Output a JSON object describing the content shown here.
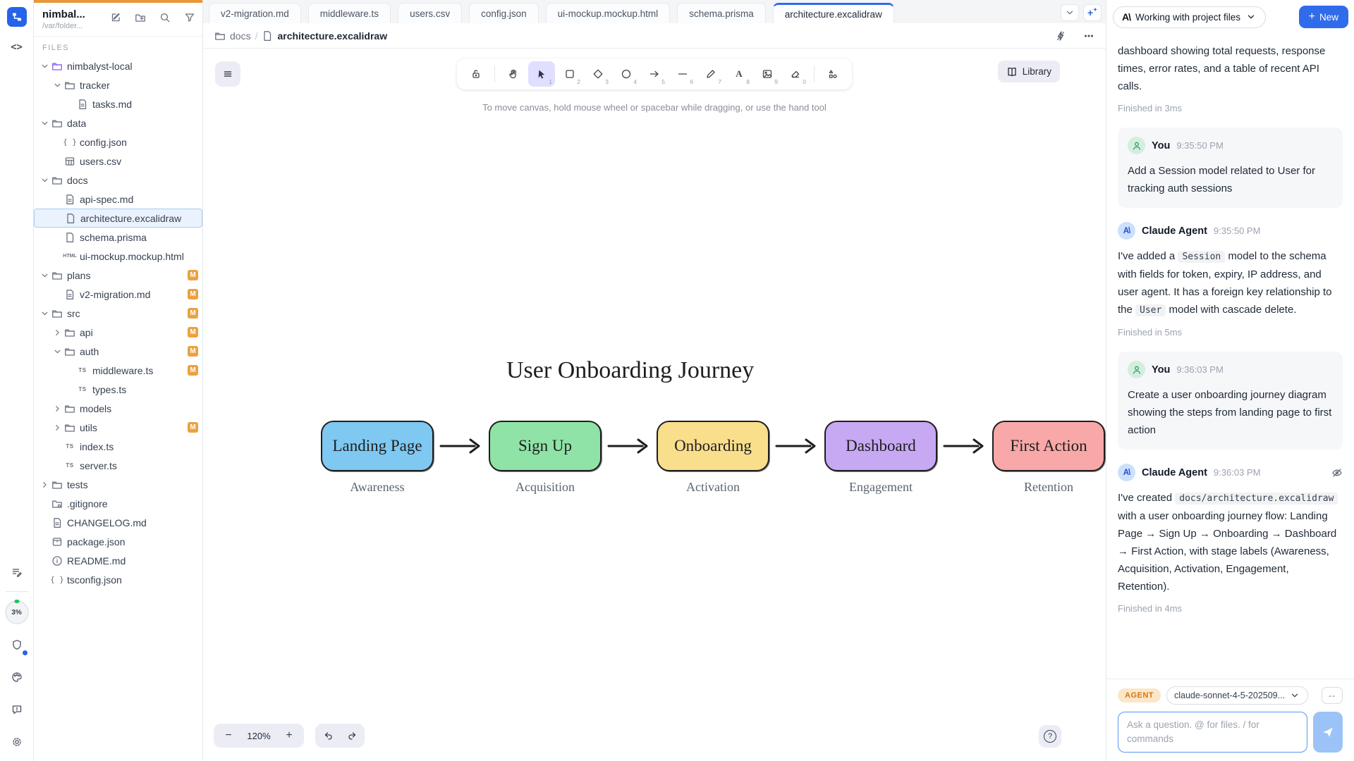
{
  "rail": {
    "usage": "3%",
    "top_icons": [
      "app-logo",
      "code"
    ],
    "bottom_icons": [
      "notes-pencil",
      "shield",
      "palette",
      "feedback",
      "settings"
    ]
  },
  "sidebar": {
    "title": "nimbal...",
    "path": "/var/folder...",
    "section_label": "FILES",
    "header_icons": [
      "edit",
      "new-folder",
      "search",
      "filter"
    ],
    "tree": [
      {
        "label": "nimbalyst-local",
        "level": 0,
        "kind": "folder",
        "expanded": true,
        "purple": true
      },
      {
        "label": "tracker",
        "level": 1,
        "kind": "folder",
        "expanded": true
      },
      {
        "label": "tasks.md",
        "level": 2,
        "kind": "file",
        "icon": "file-text"
      },
      {
        "label": "data",
        "level": 0,
        "kind": "folder",
        "expanded": true
      },
      {
        "label": "config.json",
        "level": 1,
        "kind": "file",
        "icon": "braces"
      },
      {
        "label": "users.csv",
        "level": 1,
        "kind": "file",
        "icon": "table"
      },
      {
        "label": "docs",
        "level": 0,
        "kind": "folder",
        "expanded": true
      },
      {
        "label": "api-spec.md",
        "level": 1,
        "kind": "file",
        "icon": "file-text"
      },
      {
        "label": "architecture.excalidraw",
        "level": 1,
        "kind": "file",
        "icon": "file-plain",
        "selected": true
      },
      {
        "label": "schema.prisma",
        "level": 1,
        "kind": "file",
        "icon": "file-plain"
      },
      {
        "label": "ui-mockup.mockup.html",
        "level": 1,
        "kind": "file",
        "icon": "html"
      },
      {
        "label": "plans",
        "level": 0,
        "kind": "folder",
        "expanded": true,
        "modified": true
      },
      {
        "label": "v2-migration.md",
        "level": 1,
        "kind": "file",
        "icon": "file-text",
        "modified": true
      },
      {
        "label": "src",
        "level": 0,
        "kind": "folder",
        "expanded": true,
        "modified": true
      },
      {
        "label": "api",
        "level": 1,
        "kind": "folder",
        "expanded": false,
        "modified": true
      },
      {
        "label": "auth",
        "level": 1,
        "kind": "folder",
        "expanded": true,
        "modified": true
      },
      {
        "label": "middleware.ts",
        "level": 2,
        "kind": "file",
        "icon": "ts",
        "modified": true
      },
      {
        "label": "types.ts",
        "level": 2,
        "kind": "file",
        "icon": "ts"
      },
      {
        "label": "models",
        "level": 1,
        "kind": "folder",
        "expanded": false
      },
      {
        "label": "utils",
        "level": 1,
        "kind": "folder",
        "expanded": false,
        "modified": true
      },
      {
        "label": "index.ts",
        "level": 1,
        "kind": "file",
        "icon": "ts"
      },
      {
        "label": "server.ts",
        "level": 1,
        "kind": "file",
        "icon": "ts"
      },
      {
        "label": "tests",
        "level": 0,
        "kind": "folder",
        "expanded": false
      },
      {
        "label": ".gitignore",
        "level": 0,
        "kind": "file",
        "icon": "folder-gear"
      },
      {
        "label": "CHANGELOG.md",
        "level": 0,
        "kind": "file",
        "icon": "file-text"
      },
      {
        "label": "package.json",
        "level": 0,
        "kind": "file",
        "icon": "box"
      },
      {
        "label": "README.md",
        "level": 0,
        "kind": "file",
        "icon": "info"
      },
      {
        "label": "tsconfig.json",
        "level": 0,
        "kind": "file",
        "icon": "braces"
      }
    ]
  },
  "tabs": [
    {
      "label": "v2-migration.md"
    },
    {
      "label": "middleware.ts"
    },
    {
      "label": "users.csv"
    },
    {
      "label": "config.json"
    },
    {
      "label": "ui-mockup.mockup.html"
    },
    {
      "label": "schema.prisma"
    },
    {
      "label": "architecture.excalidraw",
      "active": true
    }
  ],
  "breadcrumb": {
    "folder": "docs",
    "separator": "/",
    "file": "architecture.excalidraw"
  },
  "canvas": {
    "hint": "To move canvas, hold mouse wheel or spacebar while dragging, or use the hand tool",
    "library_label": "Library",
    "zoom_level": "120%",
    "toolbar": [
      {
        "icon": "lock"
      },
      {
        "divider": true
      },
      {
        "icon": "hand"
      },
      {
        "icon": "cursor",
        "key": "1",
        "active": true
      },
      {
        "icon": "square",
        "key": "2"
      },
      {
        "icon": "diamond",
        "key": "3"
      },
      {
        "icon": "ellipse",
        "key": "4"
      },
      {
        "icon": "arrow-right",
        "key": "5"
      },
      {
        "icon": "minus",
        "key": "6"
      },
      {
        "icon": "pencil",
        "key": "7"
      },
      {
        "icon": "letter-a",
        "key": "8"
      },
      {
        "icon": "image",
        "key": "9"
      },
      {
        "icon": "eraser",
        "key": "0"
      },
      {
        "divider": true
      },
      {
        "icon": "shapes"
      }
    ],
    "diagram": {
      "title": "User Onboarding Journey",
      "stroke": "#1e1e1e",
      "steps": [
        {
          "label": "Landing Page",
          "stage": "Awareness",
          "fill": "#7EC8F1"
        },
        {
          "label": "Sign Up",
          "stage": "Acquisition",
          "fill": "#8FE3A6"
        },
        {
          "label": "Onboarding",
          "stage": "Activation",
          "fill": "#F9DE8C"
        },
        {
          "label": "Dashboard",
          "stage": "Engagement",
          "fill": "#C6A9F2"
        },
        {
          "label": "First Action",
          "stage": "Retention",
          "fill": "#F8A8A8"
        }
      ]
    }
  },
  "chat": {
    "context_label": "Working with project files",
    "ai_glyph": "A\\",
    "new_label": "New",
    "messages": [
      {
        "type": "agent-continuation",
        "parts": [
          {
            "t": "text",
            "v": "dashboard showing total requests, response times, error rates, and a table of recent API calls."
          }
        ],
        "finished": "Finished in 3ms"
      },
      {
        "type": "user",
        "name": "You",
        "time": "9:35:50 PM",
        "text": "Add a Session model related to User for tracking auth sessions"
      },
      {
        "type": "agent",
        "name": "Claude Agent",
        "time": "9:35:50 PM",
        "parts": [
          {
            "t": "text",
            "v": "I've added a "
          },
          {
            "t": "code",
            "v": "Session"
          },
          {
            "t": "text",
            "v": " model to the schema with fields for token, expiry, IP address, and user agent. It has a foreign key relationship to the "
          },
          {
            "t": "code",
            "v": "User"
          },
          {
            "t": "text",
            "v": " model with cascade delete."
          }
        ],
        "finished": "Finished in 5ms"
      },
      {
        "type": "user",
        "name": "You",
        "time": "9:36:03 PM",
        "text": "Create a user onboarding journey diagram showing the steps from landing page to first action"
      },
      {
        "type": "agent",
        "name": "Claude Agent",
        "time": "9:36:03 PM",
        "hidden": true,
        "parts": [
          {
            "t": "text",
            "v": "I've created "
          },
          {
            "t": "code",
            "v": "docs/architecture.excalidraw"
          },
          {
            "t": "text",
            "v": " with a user onboarding journey flow: Landing Page → Sign Up → Onboarding → Dashboard → First Action, with stage labels (Awareness, Acquisition, Activation, Engagement, Retention)."
          }
        ],
        "finished": "Finished in 4ms"
      }
    ],
    "composer": {
      "agent_badge": "AGENT",
      "model": "claude-sonnet-4-5-202509...",
      "more_label": "--",
      "placeholder": "Ask a question. @ for files. / for commands"
    }
  }
}
